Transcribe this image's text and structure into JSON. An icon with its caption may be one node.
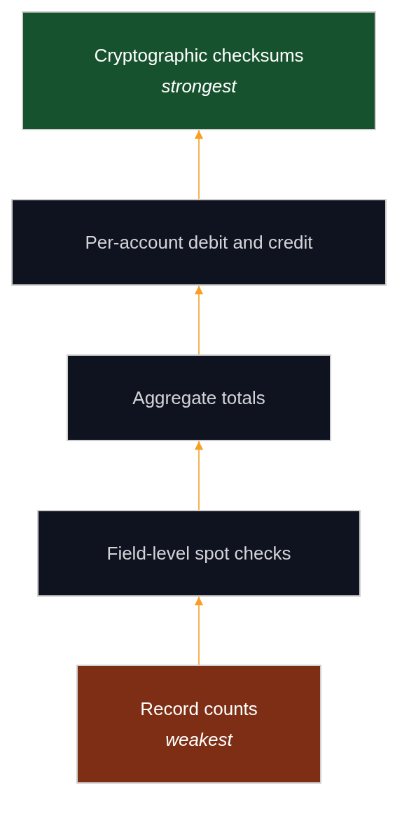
{
  "diagram": {
    "nodes": [
      {
        "text": [
          "Cryptographic checksums",
          "strongest"
        ]
      },
      {
        "text": [
          "Per-account debit and credit"
        ]
      },
      {
        "text": [
          "Aggregate totals"
        ]
      },
      {
        "text": [
          "Field-level spot checks"
        ]
      },
      {
        "text": [
          "Record counts",
          "weakest"
        ]
      }
    ],
    "edges": [
      {
        "from": 1,
        "to": 0,
        "arrow": "to"
      },
      {
        "from": 2,
        "to": 1,
        "arrow": "to"
      },
      {
        "from": 3,
        "to": 2,
        "arrow": "to"
      },
      {
        "from": 4,
        "to": 3,
        "arrow": "to"
      }
    ]
  }
}
